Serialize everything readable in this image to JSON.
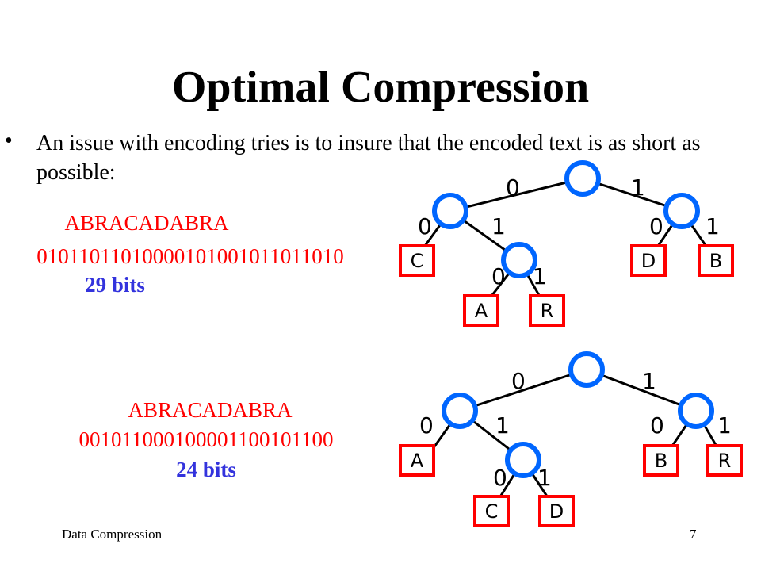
{
  "slide": {
    "title": "Optimal Compression",
    "bullet_marker": "•",
    "bullet_text": "An issue with encoding tries is to insure that the encoded text is as short as possible:",
    "footer_left": "Data Compression",
    "page_number": "7"
  },
  "example1": {
    "word": "ABRACADABRA",
    "code": "01011011010000101001011011010",
    "bits": "29 bits"
  },
  "example2": {
    "word": "ABRACADABRA",
    "code": "001011000100001100101100",
    "bits": "24 bits"
  },
  "tree1": {
    "labels": {
      "root_left": "0",
      "root_right": "1",
      "left_left": "0",
      "left_right": "1",
      "right_left": "0",
      "right_right": "1",
      "inner_left": "0",
      "inner_right": "1"
    },
    "leaves": [
      "C",
      "A",
      "R",
      "D",
      "B"
    ]
  },
  "tree2": {
    "labels": {
      "root_left": "0",
      "root_right": "1",
      "left_left": "0",
      "left_right": "1",
      "right_left": "0",
      "right_right": "1",
      "inner_left": "0",
      "inner_right": "1"
    },
    "leaves": [
      "A",
      "C",
      "D",
      "B",
      "R"
    ]
  },
  "colors": {
    "node_stroke": "#0066ff",
    "leaf_stroke": "#ff0000",
    "code_text": "#ff0000",
    "bits_text": "#3333dd"
  }
}
